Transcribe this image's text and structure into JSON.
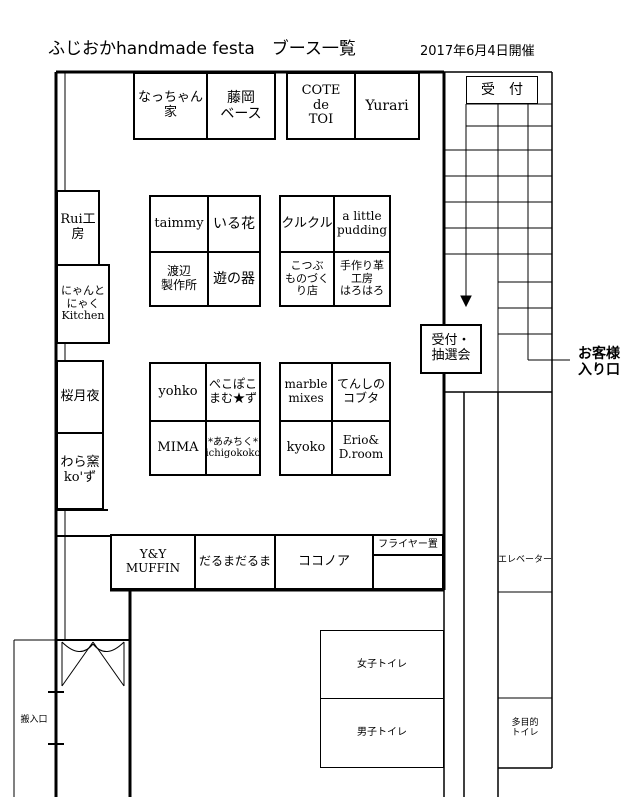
{
  "header": {
    "title": "ふじおかhandmade festa　ブース一覧",
    "date": "2017年6月4日開催"
  },
  "booths": {
    "nacchan": "なっちゃん\n家",
    "fujioka": "藤岡\nベース",
    "cote": "COTE\nde\nTOI",
    "yurari": "Yurari",
    "rui": "Rui工房",
    "nyan": "にゃんと\nにゃく\nKitchen",
    "ogetsuya": "桜月夜",
    "warakama": "わら窯\nko'ず",
    "taimmy": "taimmy",
    "iruka": "いる花",
    "kurukuru": "クルクル",
    "pudding": "a little\npudding",
    "watanabe": "渡辺\n製作所",
    "asobi": "遊の器",
    "kotsubu": "こつぶ\nものづくり店",
    "haro": "手作り革工房\nはろはろ",
    "yohko": "yohko",
    "pekopoko": "ぺこぽこ\nまむ★ず",
    "marble": "marble\nmixes",
    "tenshi": "てんしの\nコブタ",
    "mima": "MIMA",
    "amichiku": "*あみちく*\nichigokoko",
    "kyoko": "kyoko",
    "erio": "Erio&\nD.room",
    "ymuffin": "Y&Y\nMUFFIN",
    "daruma": "だるまだるま",
    "kokonoa": "ココノア",
    "flyer": "フライヤー置"
  },
  "facilities": {
    "uketsuke": "受　付",
    "lottery": "受付・\n抽選会",
    "entrance": "お客様\n入り口",
    "elevator": "エレベーター",
    "women": "女子トイレ",
    "men": "男子トイレ",
    "multi": "多目的\nトイレ",
    "loading": "搬入口"
  }
}
